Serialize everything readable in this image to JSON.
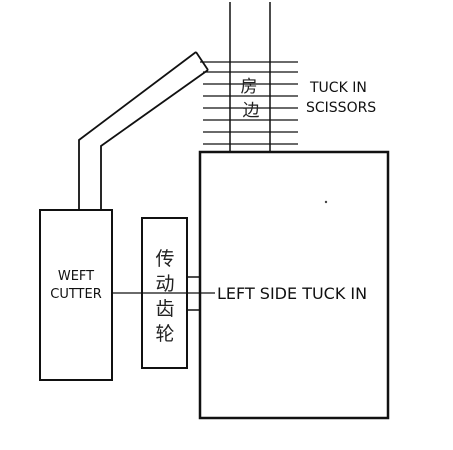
{
  "diagram": {
    "labels": {
      "tuck_in_line1": "TUCK IN",
      "tuck_in_line2": "SCISSORS",
      "weft_cutter_line1": "WEFT",
      "weft_cutter_line2": "CUTTER",
      "left_side_tuck_in": "LEFT SIDE TUCK IN"
    },
    "chinese_labels": {
      "selvedge_char1": "房",
      "selvedge_char2": "边",
      "gear_char1": "传",
      "gear_char2": "动",
      "gear_char3": "齿",
      "gear_char4": "轮"
    },
    "colors": {
      "line": "#111111",
      "background": "#ffffff"
    }
  }
}
